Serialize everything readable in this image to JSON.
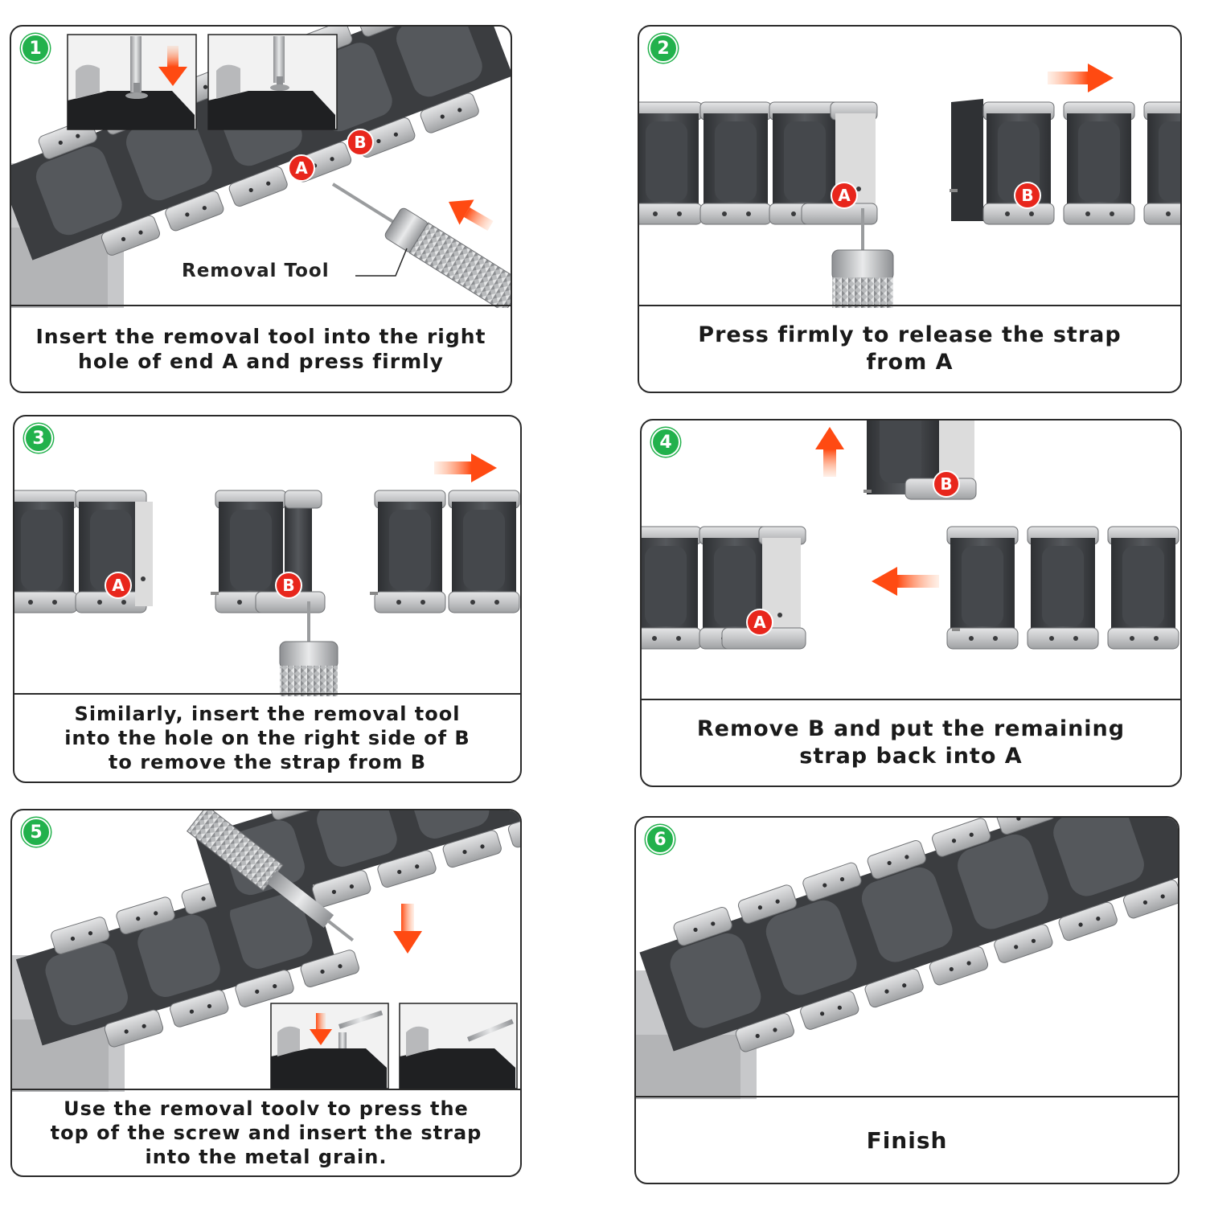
{
  "colors": {
    "step_badge": "#22b14c",
    "marker": "#e8261c",
    "arrow": "#ff5a1f",
    "link_dark": "#3b3d40",
    "link_silver": "#c9cacb",
    "outline": "#2a2a2a"
  },
  "marker_labels": {
    "a": "A",
    "b": "B"
  },
  "steps": [
    {
      "number": "1",
      "caption": "Insert the removal tool into the right\nhole of end A and press firmly",
      "tool_label": "Removal Tool"
    },
    {
      "number": "2",
      "caption": "Press firmly to release the strap\nfrom A"
    },
    {
      "number": "3",
      "caption": "Similarly, insert the removal tool\ninto the hole on the right side of B\nto remove the strap from B"
    },
    {
      "number": "4",
      "caption": "Remove B and put the remaining\nstrap back into A"
    },
    {
      "number": "5",
      "caption": "Use the removal toolv to press the\ntop of the screw and insert the strap\ninto the metal grain."
    },
    {
      "number": "6",
      "caption": "Finish"
    }
  ],
  "icons": [
    "arrow-down-icon",
    "arrow-right-icon",
    "arrow-up-icon",
    "arrow-left-icon",
    "arrow-up-left-icon"
  ]
}
